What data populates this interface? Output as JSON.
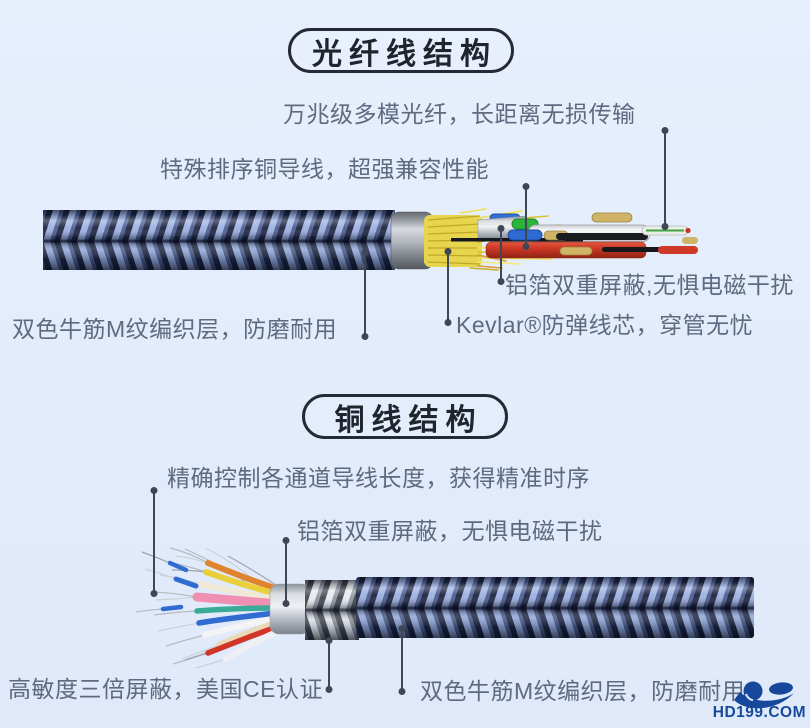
{
  "page": {
    "bg_top": "#e7effd",
    "bg_bottom": "#dfe9fa"
  },
  "fiber_section": {
    "title": "光纤线结构",
    "callout_fiber": "万兆级多模光纤，长距离无损传输",
    "callout_copper_wires": "特殊排序铜导线，超强兼容性能",
    "callout_foil": "铝箔双重屏蔽,无惧电磁干扰",
    "callout_kevlar": "Kevlar®防弹线芯，穿管无忧",
    "callout_braid": "双色牛筋M纹编织层，防磨耐用"
  },
  "copper_section": {
    "title": "铜线结构",
    "callout_timing": "精确控制各通道导线长度，获得精准时序",
    "callout_foil": "铝箔双重屏蔽，无惧电磁干扰",
    "callout_shield": "高敏度三倍屏蔽，美国CE认证",
    "callout_braid": "双色牛筋M纹编织层，防磨耐用"
  },
  "watermark": {
    "text": "HD199.COM",
    "color": "#17499b"
  },
  "theme": {
    "label_color": "#5d6a80",
    "title_color": "#20242c",
    "leader_color": "#3f4757",
    "braid_blue_light": "#9cb1e2",
    "braid_blue_dark": "#19223e",
    "braid_silver_light": "#e6e9ee",
    "kevlar_yellow": "#e8d54e",
    "jacket_red": "#d13a26"
  }
}
